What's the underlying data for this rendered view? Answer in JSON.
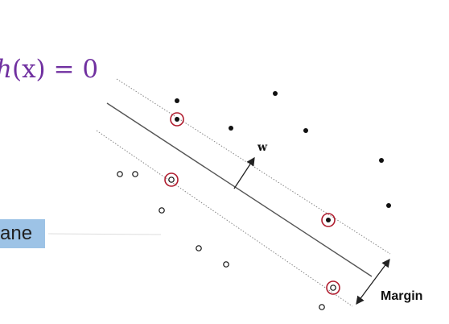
{
  "equation": {
    "prefix": "h",
    "body": "(x) = 0"
  },
  "hyperplane_label": "ane",
  "vector_label": "w",
  "margin_label": "Margin",
  "colors": {
    "equation": "#7030a0",
    "label_background": "#9dc3e6",
    "support_vector_ring": "#b01c2e",
    "points": "#111111",
    "hyperplane": "#555555",
    "margin_lines": "#888888"
  },
  "icons": {
    "support_vector_marker": "circled-dot-icon",
    "vector_arrow": "arrow-icon",
    "margin_arrow": "double-arrow-icon"
  }
}
